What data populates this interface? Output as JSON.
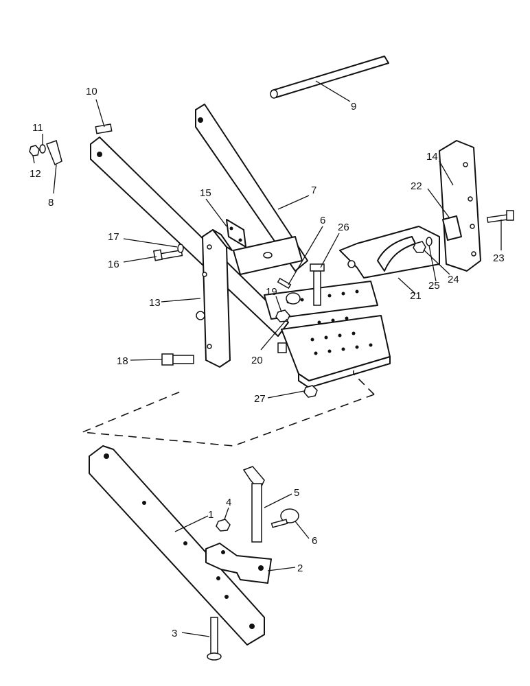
{
  "labels": [
    "1",
    "2",
    "3",
    "4",
    "5",
    "6",
    "6",
    "7",
    "8",
    "9",
    "10",
    "11",
    "12",
    "13",
    "14",
    "15",
    "16",
    "17",
    "18",
    "19",
    "20",
    "21",
    "22",
    "23",
    "24",
    "25",
    "26",
    "27"
  ]
}
